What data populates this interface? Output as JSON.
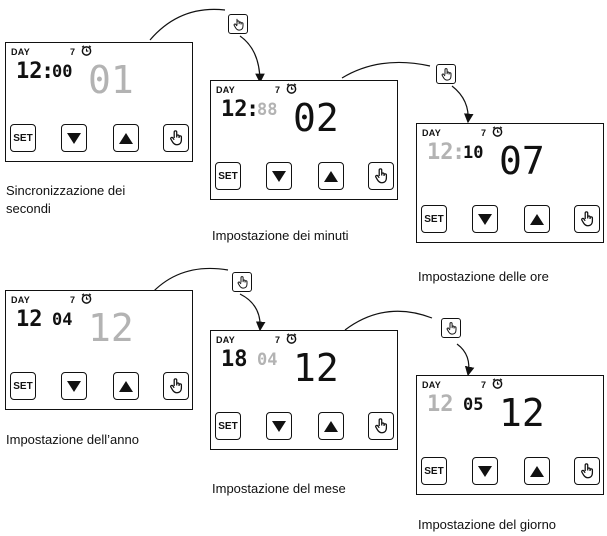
{
  "panels": [
    {
      "day": "DAY",
      "num": "7",
      "hh": "12",
      "sep": ":",
      "mm": "00",
      "big": "01",
      "hh_dim": false,
      "mm_dim": false,
      "big_dim": true
    },
    {
      "day": "DAY",
      "num": "7",
      "hh": "12",
      "sep": ":",
      "mm": "88",
      "big": "02",
      "hh_dim": false,
      "mm_dim": true,
      "big_dim": false
    },
    {
      "day": "DAY",
      "num": "7",
      "hh": "12",
      "sep": ":",
      "mm": "10",
      "big": "07",
      "hh_dim": true,
      "mm_dim": false,
      "big_dim": false
    },
    {
      "day": "DAY",
      "num": "7",
      "hh": "12",
      "sep": "",
      "mm": "04",
      "big": "12",
      "hh_dim": false,
      "mm_dim": false,
      "big_dim": true
    },
    {
      "day": "DAY",
      "num": "7",
      "hh": "18",
      "sep": "",
      "mm": "04",
      "big": "12",
      "hh_dim": false,
      "mm_dim": true,
      "big_dim": false
    },
    {
      "day": "DAY",
      "num": "7",
      "hh": "12",
      "sep": "",
      "mm": "05",
      "big": "12",
      "hh_dim": true,
      "mm_dim": false,
      "big_dim": false
    }
  ],
  "buttons": {
    "set_label": "SET"
  },
  "captions": [
    "Sincronizzazione dei\nsecondi",
    "Impostazione dei minuti",
    "Impostazione delle ore",
    "Impostazione dell’anno",
    "Impostazione del mese",
    "Impostazione del giorno"
  ],
  "colors": {
    "dim": "#b3b3b3",
    "ink": "#111111"
  },
  "icons": [
    "alarm-clock-icon",
    "triangle-down-icon",
    "triangle-up-icon",
    "touch-hand-icon"
  ]
}
